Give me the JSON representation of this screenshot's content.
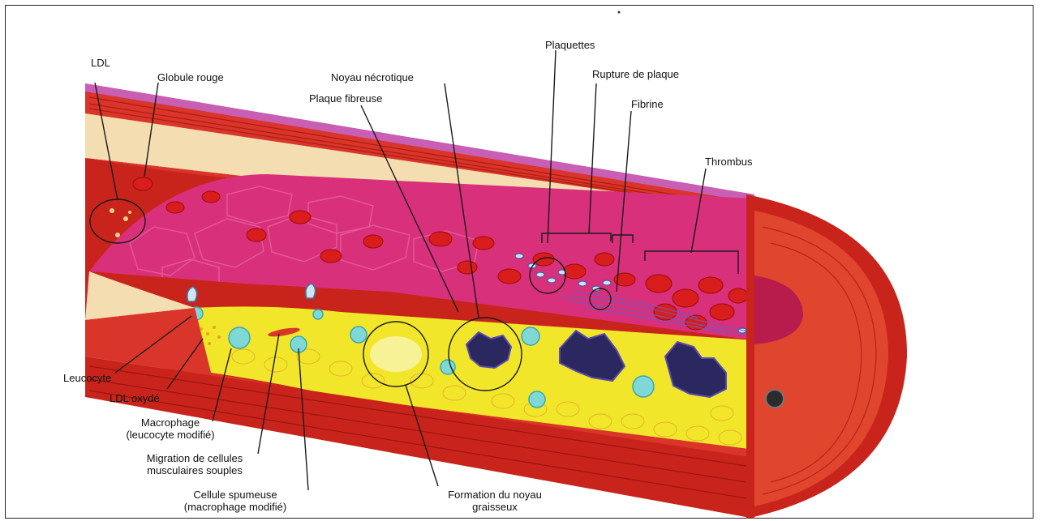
{
  "labels": {
    "ldl": "LDL",
    "globule_rouge": "Globule rouge",
    "noyau_necrotique": "Noyau nécrotique",
    "plaque_fibreuse": "Plaque fibreuse",
    "plaquettes": "Plaquettes",
    "rupture_plaque": "Rupture de plaque",
    "fibrine": "Fibrine",
    "thrombus": "Thrombus",
    "leucocyte": "Leucocyte",
    "ldl_oxyde": "LDL oxydé",
    "macrophage_l1": "Macrophage",
    "macrophage_l2": "(leucocyte modifié)",
    "migration_l1": "Migration de cellules",
    "migration_l2": "musculaires souples",
    "cellule_spumeuse_l1": "Cellule spumeuse",
    "cellule_spumeuse_l2": "(macrophage modifié)",
    "formation_l1": "Formation du noyau",
    "formation_l2": "graisseux"
  },
  "colors": {
    "vessel_outer": "#c8241c",
    "vessel_muscle": "#e0452e",
    "intima_cream": "#f4ddb0",
    "lumen_magenta": "#d8307a",
    "lumen_dark": "#b71c4c",
    "plaque_yellow": "#f2e62a",
    "red_cell": "#d91c1c",
    "cyan_cell": "#7fd8d6",
    "necrotic": "#2b2860",
    "adventitia_top": "#c85fb4"
  }
}
